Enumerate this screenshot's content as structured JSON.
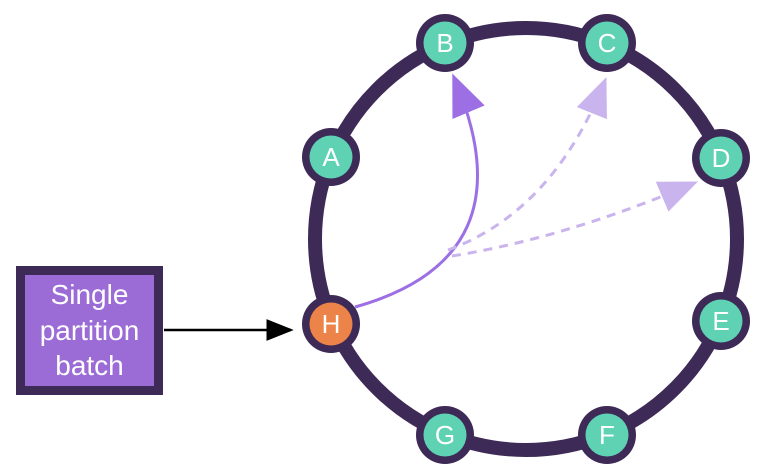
{
  "diagram": {
    "label_box": {
      "label": "Single partition batch",
      "fill": "#9b6cd6",
      "border_color": "#3d2a56",
      "text_color": "#ffffff"
    },
    "ring": {
      "color": "#3d2a56"
    },
    "node_text_color": "#ffffff",
    "nodes": [
      {
        "id": "A",
        "label": "A",
        "fill": "#5fd2b4",
        "role": "replica-default"
      },
      {
        "id": "B",
        "label": "B",
        "fill": "#5fd2b4",
        "role": "replica-default"
      },
      {
        "id": "C",
        "label": "C",
        "fill": "#5fd2b4",
        "role": "replica-default"
      },
      {
        "id": "D",
        "label": "D",
        "fill": "#5fd2b4",
        "role": "replica-default"
      },
      {
        "id": "E",
        "label": "E",
        "fill": "#5fd2b4",
        "role": "replica-default"
      },
      {
        "id": "F",
        "label": "F",
        "fill": "#5fd2b4",
        "role": "replica-default"
      },
      {
        "id": "G",
        "label": "G",
        "fill": "#5fd2b4",
        "role": "replica-default"
      },
      {
        "id": "H",
        "label": "H",
        "fill": "#ec8449",
        "role": "coordinator-highlight"
      }
    ],
    "arrows": {
      "pointer": {
        "from": "label_box",
        "to": "H",
        "color": "#000000",
        "style": "solid"
      },
      "solid": {
        "from": "H",
        "to": "B",
        "color": "#9c6fe4",
        "style": "solid"
      },
      "dashed": [
        {
          "from": "H",
          "to": "C",
          "color": "#c9b4ee",
          "style": "dashed"
        },
        {
          "from": "H",
          "to": "D",
          "color": "#c9b4ee",
          "style": "dashed"
        }
      ]
    }
  }
}
